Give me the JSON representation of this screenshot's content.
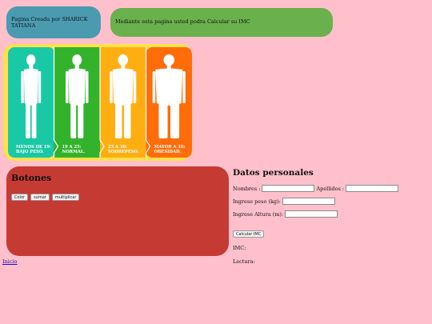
{
  "header": {
    "author_text": "Pagina Creada por SHARICK TATIANA",
    "intro_text": "Mediante esta pagina usted podra Calcular su IMC"
  },
  "imc_banner": {
    "categories": [
      {
        "range": "MENOS DE 19:",
        "label": "BAJO PESO.",
        "color": "#19c9a6"
      },
      {
        "range": "19 A 25:",
        "label": "NORMAL.",
        "color": "#33b32b"
      },
      {
        "range": "25 A 30:",
        "label": "SOBREPESO.",
        "color": "#ffae12"
      },
      {
        "range": "MAYOR A 30:",
        "label": "OBESIDAD.",
        "color": "#ff6c0a"
      }
    ],
    "frame_color": "#ffe14d"
  },
  "botones": {
    "title": "Botones",
    "buttons": [
      "Color",
      "sumar",
      "multiplicar"
    ]
  },
  "form": {
    "title": "Datos personales",
    "nombres_label": "Nombres :",
    "apellidos_label": "Apellidos :",
    "peso_label": "Ingrese peso (kg):",
    "altura_label": "Ingrese Altura (m):",
    "calc_button": "Calcular IMC",
    "imc_label": "IMC:",
    "lectura_label": "Lectura:"
  },
  "footer": {
    "inicio_link": "Inicio"
  },
  "colors": {
    "background": "#ffc0cb",
    "teal_box": "#4a9bb0",
    "green_box": "#6ab04c",
    "red_box": "#c53a32"
  }
}
